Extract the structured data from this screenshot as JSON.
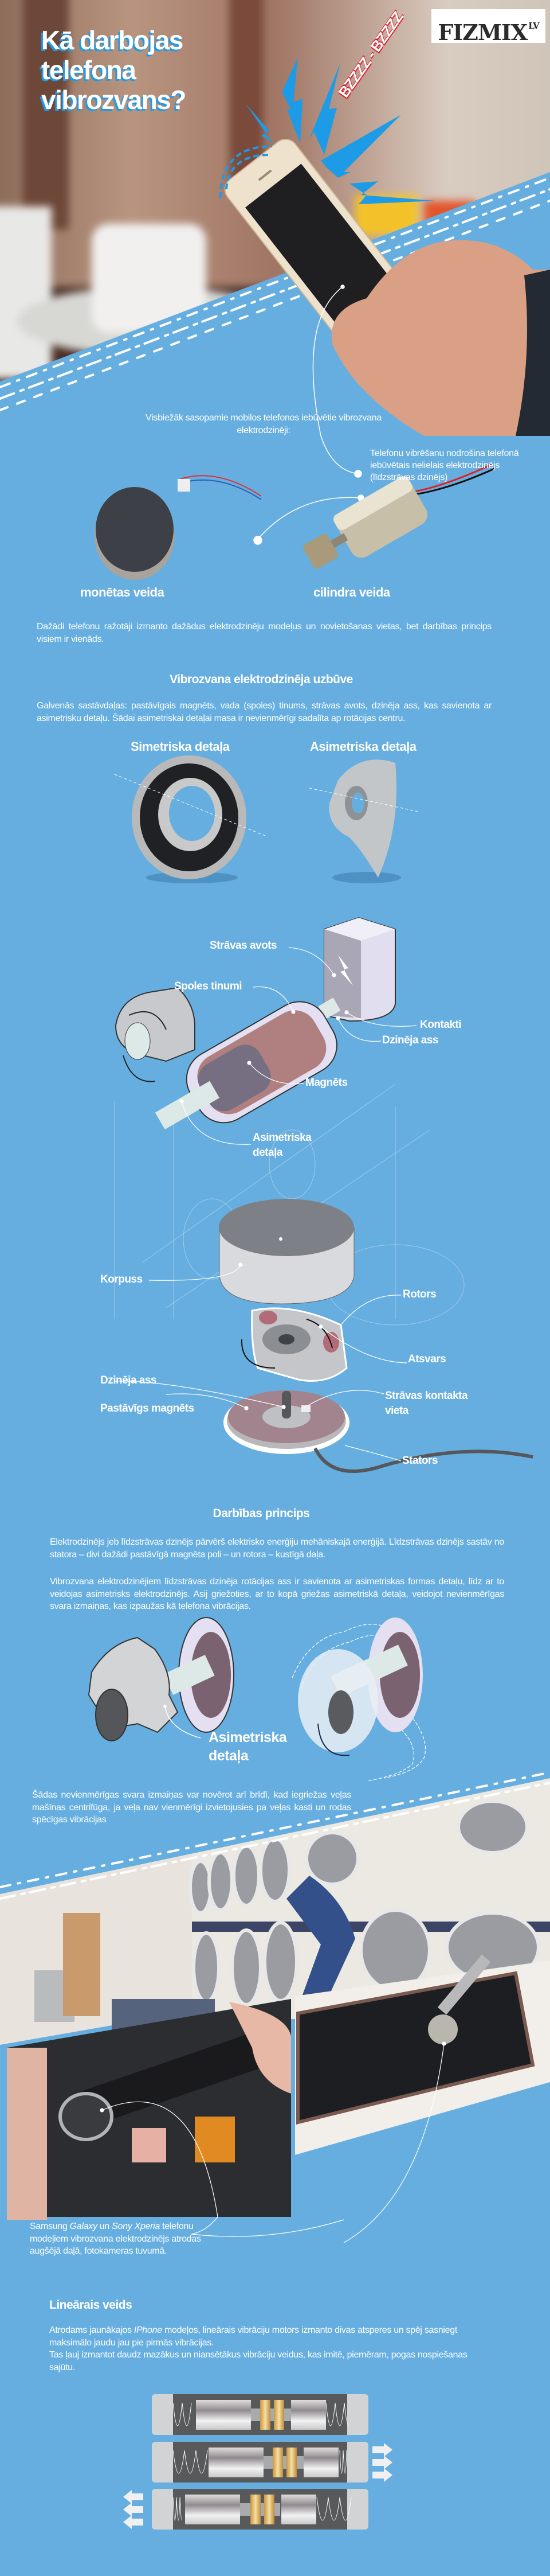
{
  "colors": {
    "background": "#66aee0",
    "accent": "#1e9be6",
    "buzz": "#e02030"
  },
  "hero": {
    "title_lines": [
      "Kā darbojas",
      "telefona",
      "vibrozvans?"
    ],
    "logo": "FIZMIX",
    "logo_sup": "LV",
    "buzz": "BZZZZ - BZZZZ",
    "caption": "Telefonu vibrēšanu nodrošina telefonā iebūvētais nelielais elektrodzinējs (līdzstrāvas dzinējs)"
  },
  "intro": {
    "text": "Visbiežāk sasopamie mobilos telefonos iebūvētie vibrozvana elektrodzinēji:"
  },
  "motor_types": [
    {
      "label": "monētas veida"
    },
    {
      "label": "cilindra veida"
    }
  ],
  "manufacturers_text": "Dažādi telefonu ražotāji izmanto dažādus elektrodzinēju modeļus un novietošanas vietas, bet darbības princips visiem ir vienāds.",
  "structure": {
    "heading": "Vibrozvana elektrodzinēja uzbūve",
    "text": "Galvenās sastāvdaļas: pastāvīgais magnēts, vada (spoles) tinums, strāvas avots, dzinēja ass, kas savienota ar asimetrisku detaļu. Šādai asimetriskai detaļai masa ir nevienmērīgi sadalīta ap rotācijas centru.",
    "parts": [
      {
        "label": "Simetriska detaļa"
      },
      {
        "label": "Asimetriska detaļa"
      }
    ]
  },
  "cylinder_diagram": {
    "power_source": "Strāvas avots",
    "coil": "Spoles tinumi",
    "contacts": "Kontakti",
    "shaft": "Dzinēja ass",
    "magnet": "Magnēts",
    "asym_line1": "Asimetriska",
    "asym_line2": "detaļa"
  },
  "coin_diagram": {
    "housing": "Korpuss",
    "rotor": "Rotors",
    "counterweight": "Atsvars",
    "shaft": "Dzinēja ass",
    "magnet": "Pastāvīgs magnēts",
    "contact_line1": "Strāvas kontakta",
    "contact_line2": "vieta",
    "stator": "Stators"
  },
  "principle": {
    "heading": "Darbības princips",
    "paragraphs": [
      "Elektrodzinējs jeb līdzstrāvas dzinējs pārvērš elektrisko enerģiju mehāniskajā enerģijā. Līdzstrāvas dzinējs sastāv no statora – divi dažādi pastāvīgā magnēta poli – un rotora – kustīgā daļa.",
      "Vibrozvana elektrodzinējiem līdzstrāvas dzinēja rotācijas ass ir savienota ar asimetriskas formas detaļu, līdz ar to veidojas asimetrisks elektrodzinējs. Asij griežoties, ar to kopā griežas asimetriskā detaļa, veidojot nevienmērīgas svara izmaiņas, kas izpaužas kā telefona vibrācijas."
    ],
    "asym_line1": "Asimetriska",
    "asym_line2": "detaļa",
    "washing_text": "Šādas nevienmērīgas svara izmaiņas var novērot arī brīdī, kad iegriežas veļas mašīnas centrifūga, ja veļa nav vienmērīgi izvietojusies pa veļas kasti un rodas spēcīgas vibrācijas"
  },
  "samsung_caption": {
    "p1": "Samsung ",
    "galaxy": "Galaxy",
    "p2": " un ",
    "xperia": "Sony Xperia",
    "p3": " telefonu modeļiem vibrozvana elektrodzinējs atrodas augšējā daļā, fotokameras tuvumā."
  },
  "linear": {
    "heading": "Lineārais veids",
    "p1_a": "Atrodams jaunākajos ",
    "p1_iphone": "IPhone",
    "p1_b": " modeļos, lineārais vibrāciju motors izmanto divas atsperes un spēj sasniegt maksimālo jaudu jau pie pirmās vibrācijas.",
    "p2": "Tas ļauj izmantot daudz mazākus un niansētākus vibrāciju veidus, kas imitē, piemēram, pogas nospiešanas sajūtu."
  }
}
